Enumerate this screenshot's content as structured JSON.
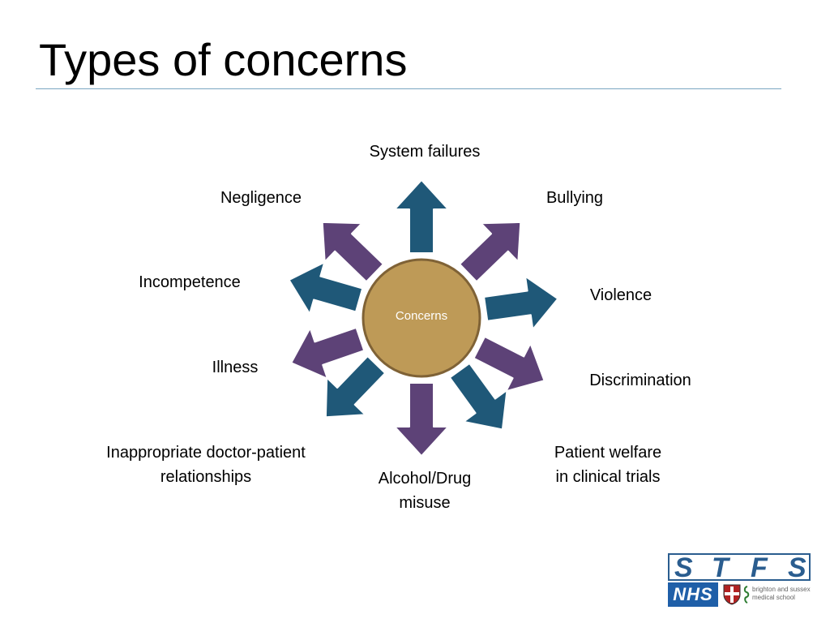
{
  "title": "Types of concerns",
  "center": {
    "label": "Concerns"
  },
  "labels": {
    "system_failures": [
      "System failures"
    ],
    "bullying": [
      "Bullying"
    ],
    "violence": [
      "Violence"
    ],
    "discrimination": [
      "Discrimination"
    ],
    "patient_welfare": [
      "Patient welfare",
      "in clinical trials"
    ],
    "alcohol_drug": [
      "Alcohol/Drug",
      "misuse"
    ],
    "inappropriate": [
      "Inappropriate doctor-patient",
      "relationships"
    ],
    "illness": [
      "Illness"
    ],
    "incompetence": [
      "Incompetence"
    ],
    "negligence": [
      "Negligence"
    ]
  },
  "logo": {
    "letters": [
      "S",
      "T",
      "F",
      "S"
    ],
    "nhs": "NHS",
    "school": "brighton and sussex medical school"
  },
  "colors": {
    "center_fill": "#be9a57",
    "center_stroke": "#7f6236",
    "arrow_blue": "#1f5878",
    "arrow_purple": "#5d4277",
    "arrow_stroke": "#ffffff"
  }
}
